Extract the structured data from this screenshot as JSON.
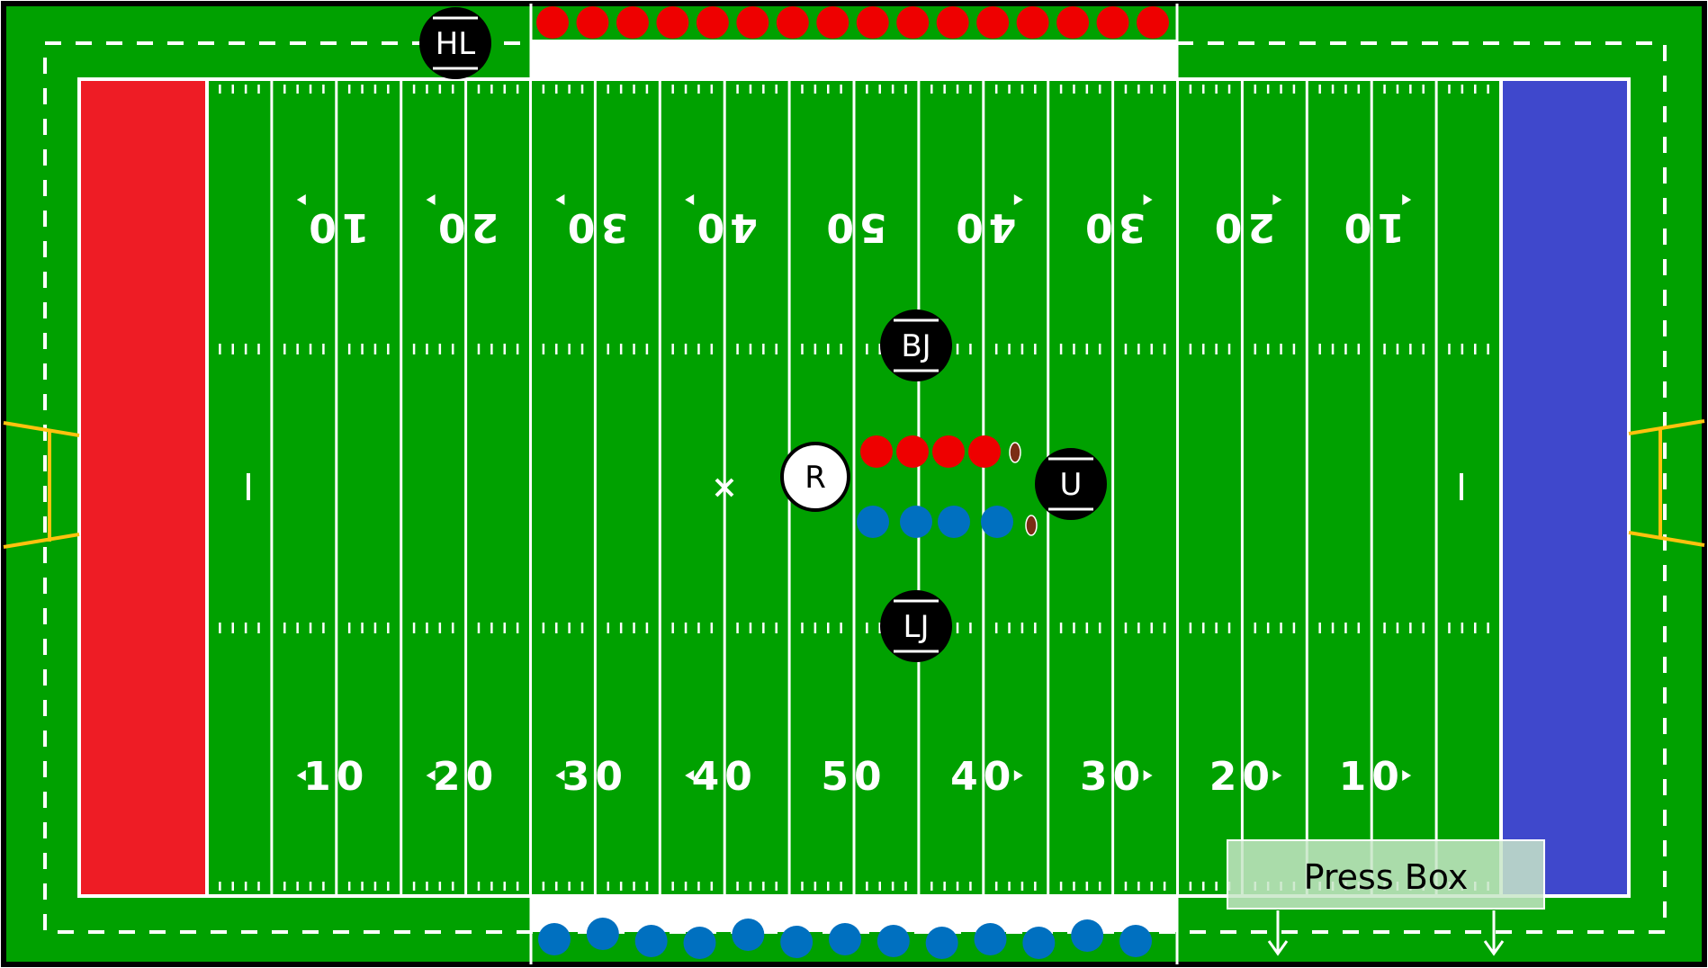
{
  "colors": {
    "field": "#00a100",
    "border": "#000000",
    "line": "#ffffff",
    "left_endzone": "#ee1c25",
    "right_endzone": "#3f48cc",
    "goalpost": "#ffc20e",
    "team_red": "#ee0000",
    "team_blue": "#0070c0",
    "official_fill": "#000000",
    "referee_fill": "#ffffff",
    "ball": "#7b2c14",
    "press_box": "#c8e6c8"
  },
  "yard_lines": {
    "top_numbers": [
      "10",
      "20",
      "30",
      "40",
      "50",
      "40",
      "30",
      "20",
      "10"
    ],
    "bottom_numbers": [
      "10",
      "20",
      "30",
      "40",
      "50",
      "40",
      "30",
      "20",
      "10"
    ]
  },
  "officials": [
    {
      "label": "HL",
      "role": "head-linesman",
      "style": "black"
    },
    {
      "label": "BJ",
      "role": "back-judge",
      "style": "black"
    },
    {
      "label": "R",
      "role": "referee",
      "style": "white"
    },
    {
      "label": "U",
      "role": "umpire",
      "style": "black"
    },
    {
      "label": "LJ",
      "role": "line-judge",
      "style": "black"
    }
  ],
  "teams": {
    "red_sideline_count": 16,
    "blue_sideline_count": 13,
    "red_line_count": 4,
    "blue_line_count": 4
  },
  "press_box": {
    "label": "Press Box"
  }
}
